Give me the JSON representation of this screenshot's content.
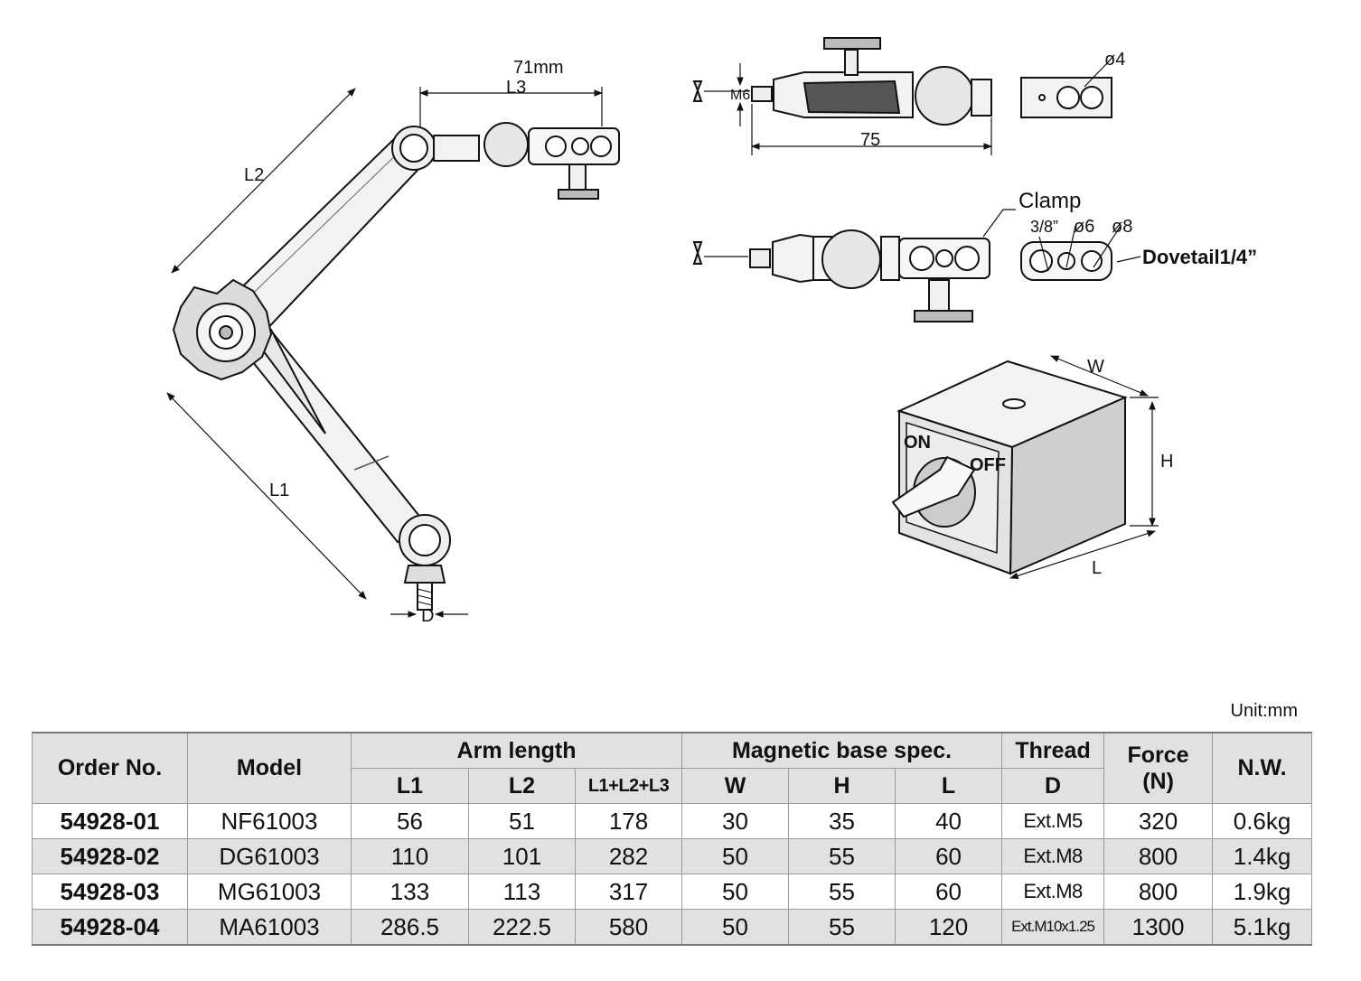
{
  "diagram": {
    "labels": {
      "arm_top": "71mm",
      "l3": "L3",
      "l2": "L2",
      "l1": "L1",
      "d": "D",
      "m6": "M6",
      "len75": "75",
      "dia4": "ø4",
      "clamp": "Clamp",
      "size38": "3/8”",
      "dia6": "ø6",
      "dia8": "ø8",
      "dovetail": "Dovetail1/4”",
      "on": "ON",
      "off": "OFF",
      "w": "W",
      "h": "H",
      "l": "L"
    }
  },
  "unit": "Unit:mm",
  "table": {
    "headers": {
      "order_no": "Order No.",
      "model": "Model",
      "arm_length": "Arm length",
      "l1": "L1",
      "l2": "L2",
      "l_sum": "L1+L2+L3",
      "magnetic_base": "Magnetic base spec.",
      "w": "W",
      "h": "H",
      "l": "L",
      "thread": "Thread",
      "thread_d": "D",
      "force": "Force",
      "force_unit": "(N)",
      "nw": "N.W."
    },
    "rows": [
      {
        "order": "54928-01",
        "model": "NF61003",
        "l1": "56",
        "l2": "51",
        "sum": "178",
        "w": "30",
        "h": "35",
        "l": "40",
        "thread": "Ext.M5",
        "force": "320",
        "nw": "0.6kg"
      },
      {
        "order": "54928-02",
        "model": "DG61003",
        "l1": "110",
        "l2": "101",
        "sum": "282",
        "w": "50",
        "h": "55",
        "l": "60",
        "thread": "Ext.M8",
        "force": "800",
        "nw": "1.4kg"
      },
      {
        "order": "54928-03",
        "model": "MG61003",
        "l1": "133",
        "l2": "113",
        "sum": "317",
        "w": "50",
        "h": "55",
        "l": "60",
        "thread": "Ext.M8",
        "force": "800",
        "nw": "1.9kg"
      },
      {
        "order": "54928-04",
        "model": "MA61003",
        "l1": "286.5",
        "l2": "222.5",
        "sum": "580",
        "w": "50",
        "h": "55",
        "l": "120",
        "thread": "Ext.M10x1.25",
        "force": "1300",
        "nw": "5.1kg"
      }
    ]
  }
}
